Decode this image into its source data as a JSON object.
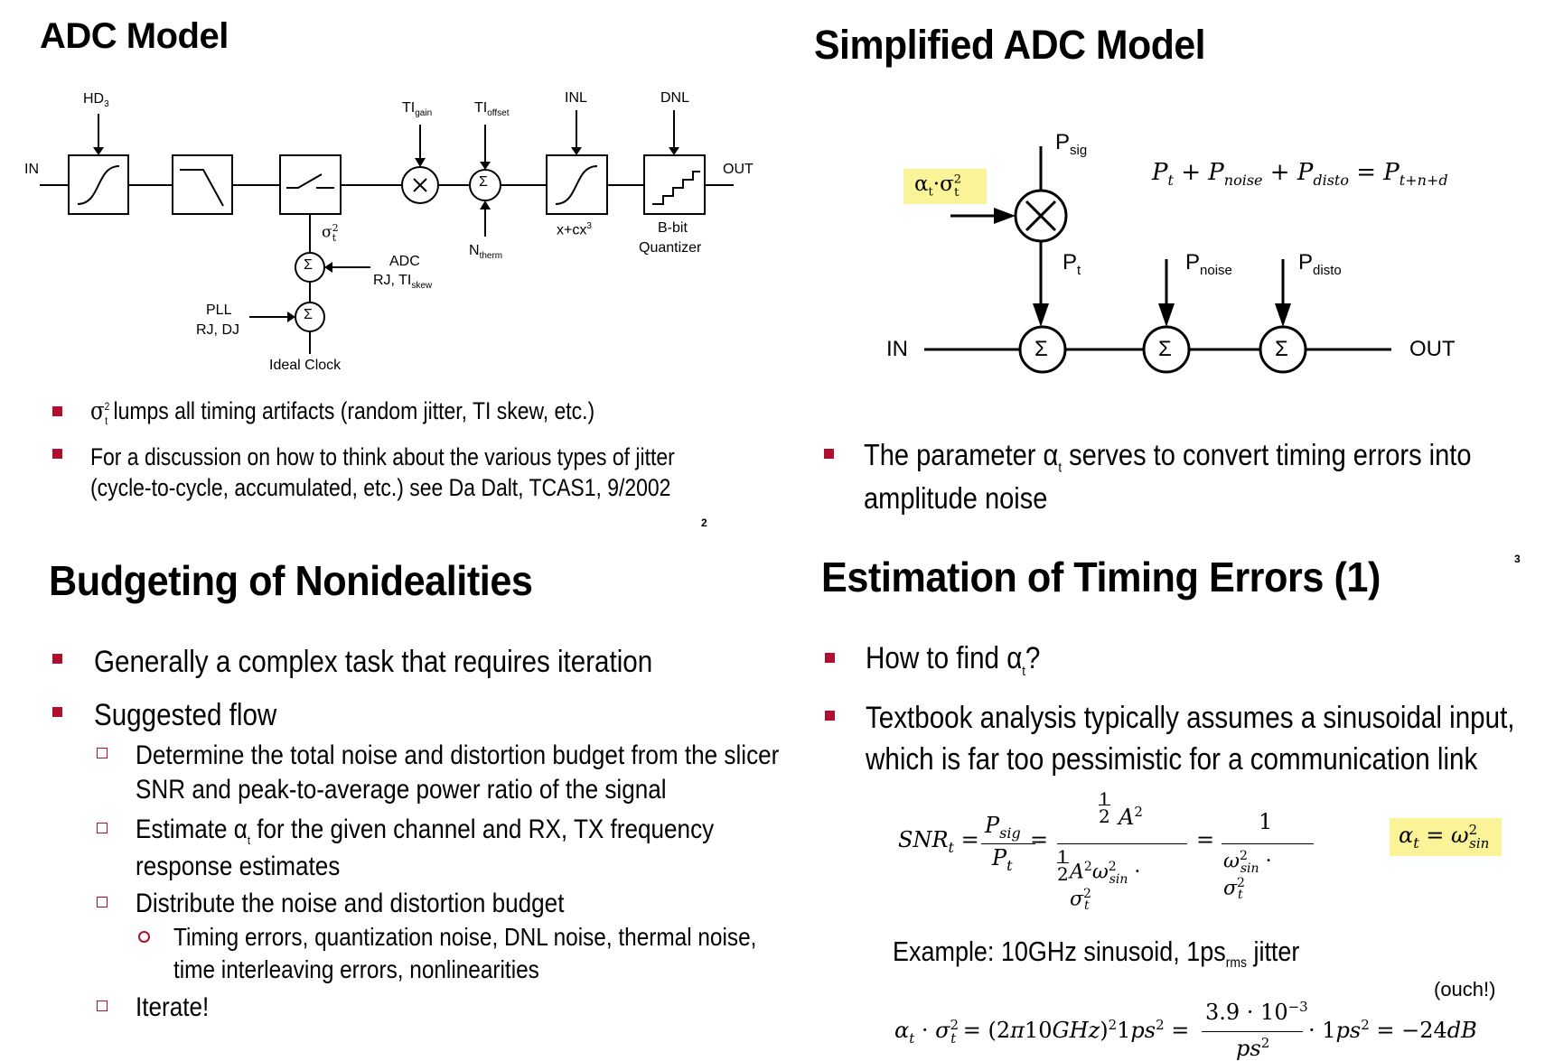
{
  "slide2": {
    "title": "ADC Model",
    "page_number": "2",
    "diagram": {
      "in_label": "IN",
      "out_label": "OUT",
      "hd3": "HD",
      "hd3_sub": "3",
      "ti_gain": "TI",
      "ti_gain_sub": "gain",
      "ti_offset": "TI",
      "ti_offset_sub": "offset",
      "inl": "INL",
      "dnl": "DNL",
      "sigma_t": "σ",
      "sigma_sup": "2",
      "sigma_sub": "t",
      "n_therm": "N",
      "n_therm_sub": "therm",
      "cubic": "x+cx",
      "cubic_sup": "3",
      "quantizer_line1": "B-bit",
      "quantizer_line2": "Quantizer",
      "adc_line1": "ADC",
      "adc_line2": "RJ, TI",
      "adc_line2_sub": "skew",
      "pll_line1": "PLL",
      "pll_line2": "RJ, DJ",
      "ideal_clock": "Ideal Clock",
      "sum_symbol": "Σ",
      "mult_symbol": "×"
    },
    "bullets": [
      {
        "pre": "σ",
        "sup": "2",
        "sub": "t",
        "text": " lumps all timing artifacts (random jitter, TI skew, etc.)"
      },
      {
        "line1": "For a discussion on how to think about the various types of jitter",
        "line2": "(cycle-to-cycle, accumulated, etc.) see Da Dalt, TCAS1, 9/2002"
      }
    ]
  },
  "slide3": {
    "title": "Simplified ADC Model",
    "page_number": "3",
    "diagram": {
      "in_label": "IN",
      "out_label": "OUT",
      "p_sig": "P",
      "p_sig_sub": "sig",
      "p_t": "P",
      "p_t_sub": "t",
      "p_noise": "P",
      "p_noise_sub": "noise",
      "p_disto": "P",
      "p_disto_sub": "disto",
      "alpha_label": "α",
      "alpha_sub": "t",
      "dot": "·",
      "sigma": "σ",
      "sigma_sup": "2",
      "sigma_sub": "t",
      "equation": "Pt + Pnoise + Pdisto = Pt+n+d",
      "sum_symbol": "Σ"
    },
    "bullet": {
      "line1_a": "The parameter α",
      "line1_sub": "t",
      "line1_b": " serves to convert timing errors into",
      "line2": "amplitude noise"
    },
    "highlight_color": "#fbf397"
  },
  "slide4": {
    "title": "Budgeting of Nonidealities",
    "items": [
      {
        "level": 1,
        "text": "Generally a complex task that requires iteration"
      },
      {
        "level": 1,
        "text": "Suggested flow"
      },
      {
        "level": 2,
        "line1": "Determine the total noise and distortion budget from the slicer",
        "line2": "SNR and peak-to-average power ratio of the signal"
      },
      {
        "level": 2,
        "line1_a": "Estimate α",
        "line1_sub": "t",
        "line1_b": " for the given channel and RX, TX frequency",
        "line2": "response estimates"
      },
      {
        "level": 2,
        "text": "Distribute the noise and distortion budget"
      },
      {
        "level": 3,
        "line1": "Timing errors, quantization noise, DNL noise, thermal noise,",
        "line2": "time interleaving errors, nonlinearities"
      },
      {
        "level": 2,
        "text": "Iterate!"
      }
    ],
    "bullet_color": "#b01030"
  },
  "slide5": {
    "title": "Estimation of Timing Errors (1)",
    "bullets": [
      {
        "text_a": "How to find α",
        "sub": "t",
        "text_b": "?"
      },
      {
        "line1": "Textbook analysis typically assumes a sinusoidal input,",
        "line2": "which is far too pessimistic for a communication link"
      }
    ],
    "snr_equation": "SNRt = Psig/Pt = (1/2 A²)/(1/2 A² ω²sin · σ²t) = 1/(ω²sin · σ²t)",
    "alpha_equation": "αt = ω²sin",
    "example_a": "Example: 10GHz sinusoid, 1ps",
    "example_sub": "rms",
    "example_b": " jitter",
    "ouch": "(ouch!)",
    "result_equation": "αt · σ²t = (2π10GHz)² 1ps² = 3.9 · 10⁻³ / ps² · 1ps² = −24dB"
  }
}
